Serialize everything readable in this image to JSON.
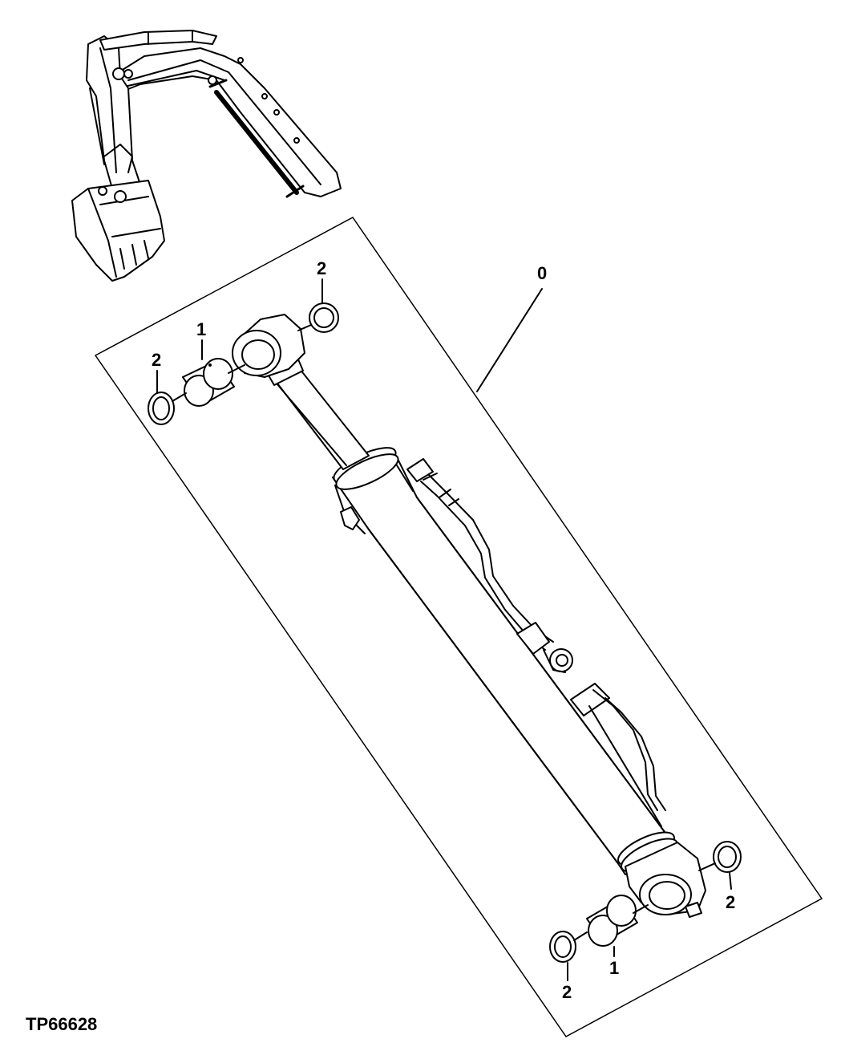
{
  "figure_code": "TP66628",
  "callouts": {
    "assembly": "0",
    "bushing": "1",
    "seal": "2"
  }
}
